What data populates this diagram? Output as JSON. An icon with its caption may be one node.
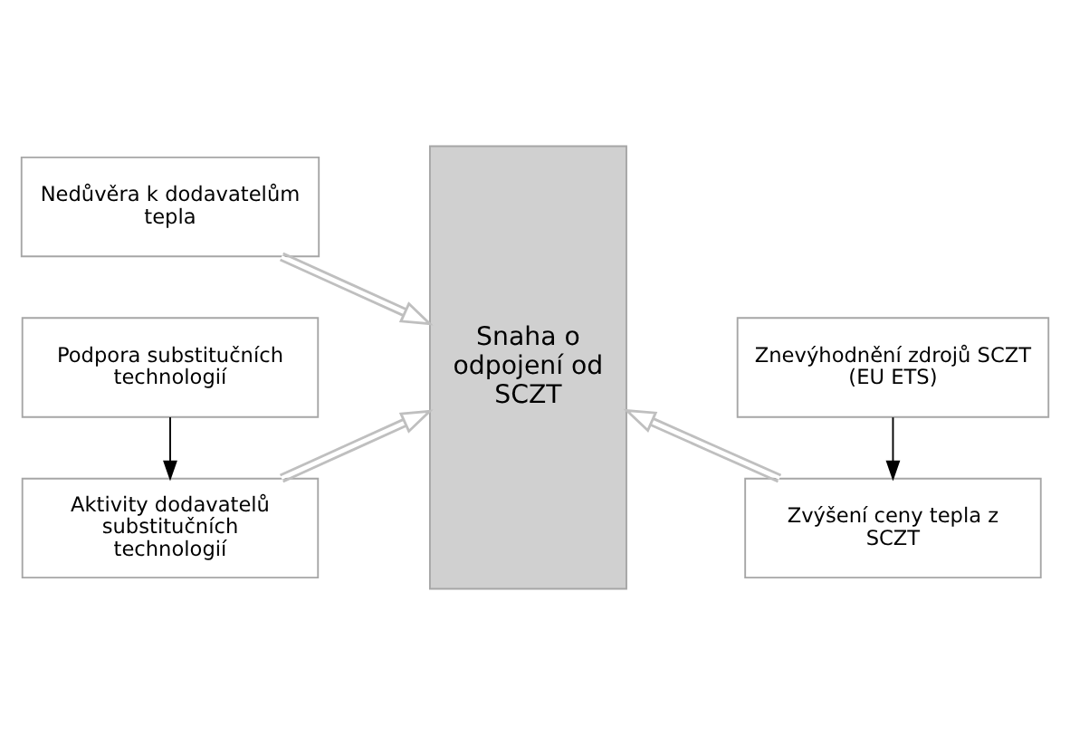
{
  "diagram": {
    "nodes": [
      {
        "text": [
          "Nedůvěra k dodavatelům tepla"
        ]
      },
      {
        "text": [
          "Znevýhodnění zdrojů SCZT (EU ETS)"
        ]
      },
      {
        "text": [
          "Podpora substitučních technologií"
        ]
      },
      {
        "text": [
          "Zvýšení ceny tepla z SCZT"
        ]
      },
      {
        "text": [
          "Aktivity dodavatelů substitučních technologií"
        ]
      },
      {
        "text": [
          "Snaha o odpojení od SCZT"
        ]
      }
    ],
    "edges": [
      {
        "from": 0,
        "to": 5,
        "arrow": "to"
      },
      {
        "from": 1,
        "to": 3,
        "arrow": "to",
        "color": "#000000"
      },
      {
        "from": 3,
        "to": 5,
        "arrow": "to"
      },
      {
        "from": 2,
        "to": 4,
        "arrow": "to",
        "color": "#000000"
      },
      {
        "from": 4,
        "to": 5,
        "arrow": "to"
      }
    ]
  }
}
